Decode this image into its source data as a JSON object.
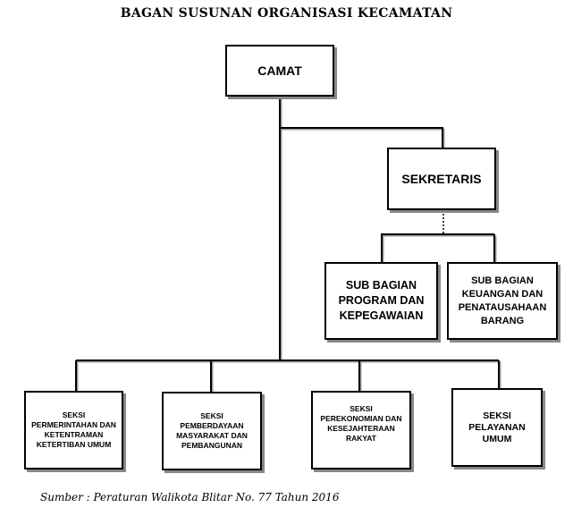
{
  "title": "BAGAN SUSUNAN ORGANISASI KECAMATAN",
  "nodes": {
    "camat": "CAMAT",
    "sekretaris": "SEKRETARIS",
    "subbag_program": "SUB BAGIAN\nPROGRAM  DAN\nKEPEGAWAIAN",
    "subbag_keuangan": "SUB BAGIAN\nKEUANGAN DAN\nPENATAUSAHAAN\nBARANG",
    "seksi_pemerintahan": "SEKSI\nPERMERINTAHAN DAN\nKETENTRAMAN\nKETERTIBAN UMUM",
    "seksi_pemberdayaan": "SEKSI\nPEMBERDAYAAN\nMASYARAKAT DAN\nPEMBANGUNAN",
    "seksi_perekonomian": "SEKSI\nPEREKONOMIAN DAN\nKESEJAHTERAAN\nRAKYAT",
    "seksi_pelayanan": "SEKSI\nPELAYANAN\nUMUM"
  },
  "footer": "Sumber : Peraturan Walikota  Blitar No. 77  Tahun 2016"
}
